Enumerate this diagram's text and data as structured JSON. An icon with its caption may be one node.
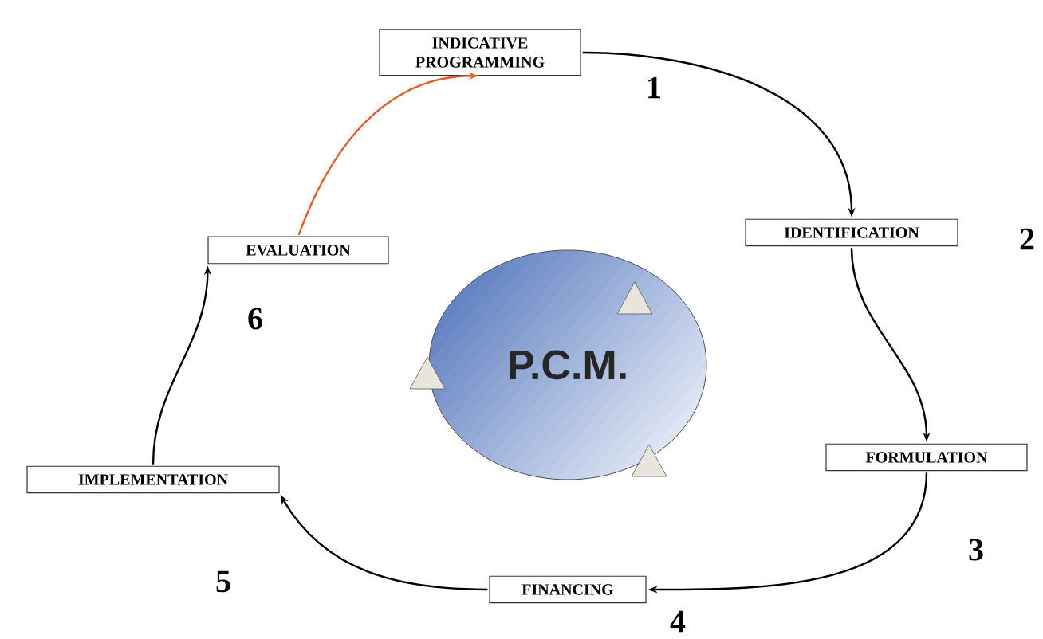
{
  "diagram": {
    "nodes": [
      {
        "text": [
          "INDICATIVE PROGRAMMING"
        ]
      },
      {
        "text": [
          "IDENTIFICATION"
        ]
      },
      {
        "text": [
          "FORMULATION"
        ]
      },
      {
        "text": [
          "FINANCING"
        ]
      },
      {
        "text": [
          "IMPLEMENTATION"
        ]
      },
      {
        "text": [
          "EVALUATION"
        ]
      },
      {
        "text": [
          "P.C.M."
        ]
      }
    ],
    "edges": [
      {
        "from": 0,
        "to": 1,
        "arrow": "to"
      },
      {
        "from": 1,
        "to": 2,
        "arrow": "to"
      },
      {
        "from": 2,
        "to": 3,
        "arrow": "to"
      },
      {
        "from": 3,
        "to": 4,
        "arrow": "to"
      },
      {
        "from": 4,
        "to": 5,
        "arrow": "to"
      },
      {
        "from": 5,
        "to": 0,
        "arrow": "to",
        "color": "#e0602a"
      }
    ],
    "labels": [
      "1",
      "2",
      "6",
      "3",
      "5",
      "4"
    ]
  }
}
